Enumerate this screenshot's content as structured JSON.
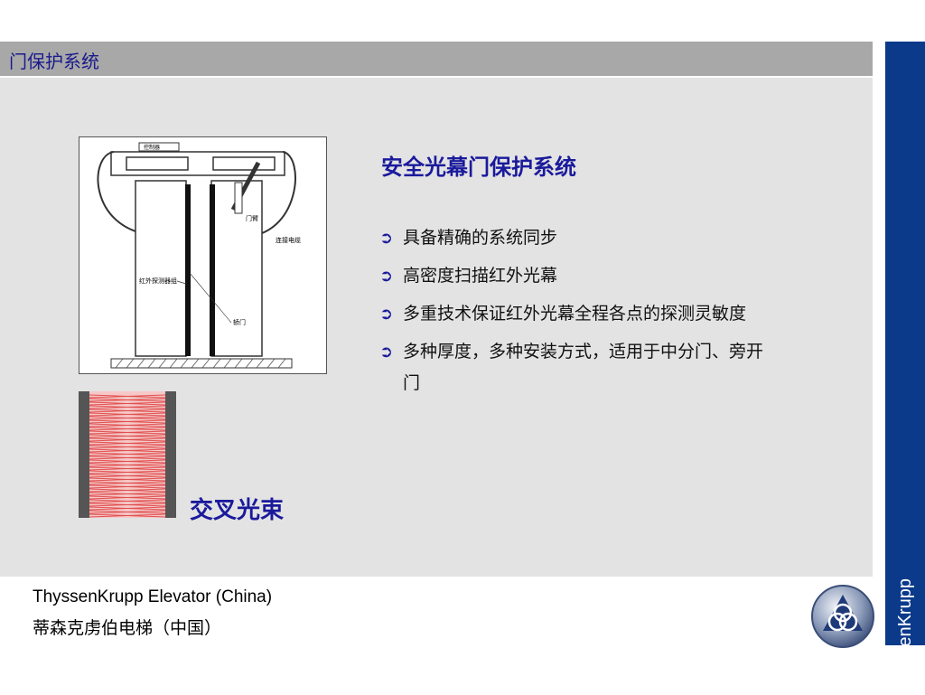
{
  "header": {
    "title": "门保护系统"
  },
  "diagram": {
    "labels": {
      "controller": "控制器",
      "door_arm": "门臂",
      "cable": "连接电缆",
      "detector": "红外探测器组",
      "car_door": "轿门"
    }
  },
  "beam": {
    "label": "交叉光束"
  },
  "main": {
    "heading": "安全光幕门保护系统",
    "bullets": [
      "具备精确的系统同步",
      "高密度扫描红外光幕",
      "多重技术保证红外光幕全程各点的探测灵敏度",
      "多种厚度，多种安装方式，适用于中分门、旁开门"
    ],
    "bullet_mark": "➲"
  },
  "footer": {
    "company_en": "ThyssenKrupp Elevator (China)",
    "company_cn": "蒂森克虏伯电梯（中国）"
  },
  "sidebar": {
    "brand": "ThyssenKrupp"
  },
  "colors": {
    "title_bar": "#a8a8a8",
    "content_bg": "#e3e3e3",
    "sidebar": "#0b3a8a",
    "accent_text": "#1a1a9c",
    "beam_red": "#e05050"
  },
  "icons": {
    "logo": "thyssenkrupp-logo-icon"
  }
}
